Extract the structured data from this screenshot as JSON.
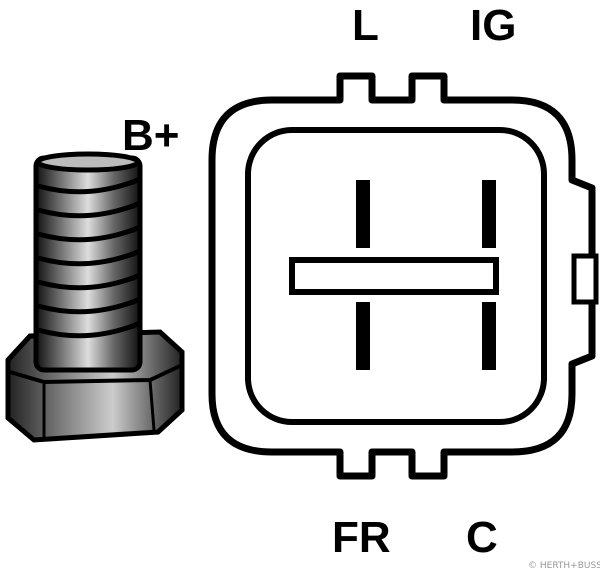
{
  "labels": {
    "b_plus": "B+",
    "l": "L",
    "ig": "IG",
    "fr": "FR",
    "c": "C"
  },
  "watermark": "© HERTH+BUSS",
  "colors": {
    "line": "#000000",
    "background": "#ffffff",
    "bolt_shade": "#444444",
    "watermark": "#999999"
  },
  "icons": {
    "terminal_bolt": "threaded-bolt-with-hex-nut",
    "connector": "four-pin-plug-connector"
  }
}
